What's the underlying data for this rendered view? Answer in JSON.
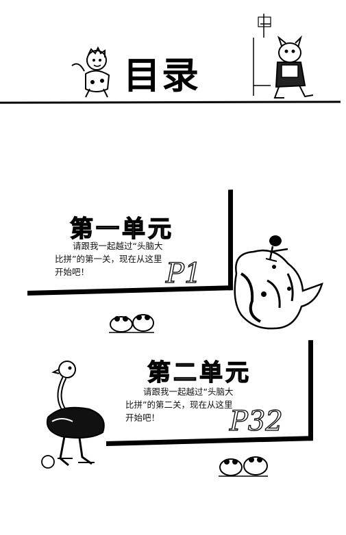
{
  "header": {
    "title": "目录"
  },
  "units": [
    {
      "title": "第一单元",
      "description": "请跟我一起越过“头脑大比拼”的第一关，现在从这里开始吧！",
      "page": "P1"
    },
    {
      "title": "第二单元",
      "description": "请跟我一起越过“头脑大比拼”的第二关，现在从这里开始吧！",
      "page": "P32"
    }
  ]
}
